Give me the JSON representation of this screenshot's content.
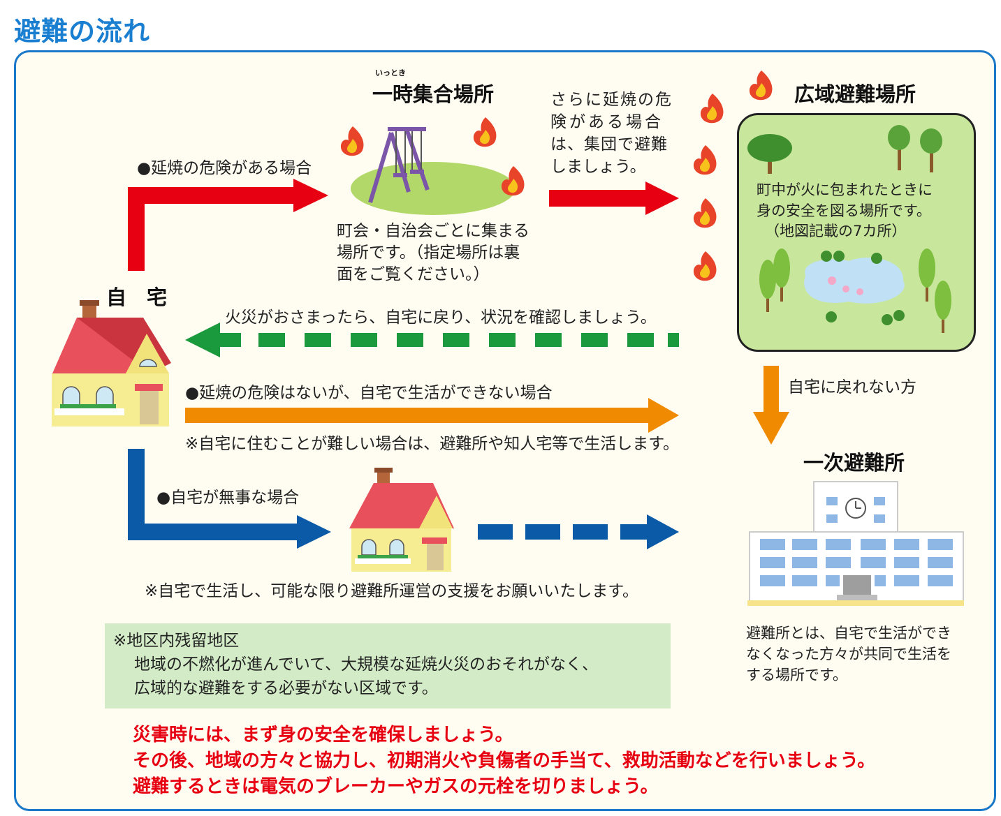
{
  "title": "避難の流れ",
  "temporary_site": {
    "ruby": "いっとき",
    "heading": "一時集合場所",
    "desc": [
      "町会・自治会ごとに集まる",
      "場所です。（指定場所は裏",
      "面をご覧ください。）"
    ]
  },
  "group_note": [
    "さらに延焼の危",
    "険がある場合",
    "は、集団で避難",
    "しましょう。"
  ],
  "wide_site": {
    "heading": "広域避難場所",
    "desc": [
      "町中が火に包まれたときに",
      "身の安全を図る場所です。",
      "（地図記載の7カ所）"
    ]
  },
  "home_label": "自　宅",
  "routes": {
    "fire_danger": "●延焼の危険がある場合",
    "return_home": "火災がおさまったら、自宅に戻り、状況を確認しましょう。",
    "cannot_live": "●延焼の危険はないが、自宅で生活ができない場合",
    "cannot_live_note": "※自宅に住むことが難しい場合は、避難所や知人宅等で生活します。",
    "home_safe": "●自宅が無事な場合",
    "home_safe_note": "※自宅で生活し、可能な限り避難所運営の支援をお願いいたします。",
    "cannot_return": "自宅に戻れない方"
  },
  "primary_shelter": {
    "heading": "一次避難所",
    "desc": [
      "避難所とは、自宅で生活ができ",
      "なくなった方々が共同で生活を",
      "する場所です。"
    ]
  },
  "remain_area": {
    "title": "※地区内残留地区",
    "desc": [
      "地域の不燃化が進んでいて、大規模な延焼火災のおそれがなく、",
      "広域的な避難をする必要がない区域です。"
    ]
  },
  "warnings": [
    "災害時には、まず身の安全を確保しましょう。",
    "その後、地域の方々と協力し、初期消火や負傷者の手当て、救助活動などを行いましょう。",
    "避難するときは電気のブレーカーやガスの元栓を切りましょう。"
  ],
  "colors": {
    "title_blue": "#1a7fd0",
    "border_blue": "#1a78c8",
    "red_arrow": "#e60012",
    "green_arrow": "#1a9a3c",
    "orange_arrow": "#f08a00",
    "blue_arrow": "#0a5aa8",
    "warning_red": "#e60012"
  }
}
